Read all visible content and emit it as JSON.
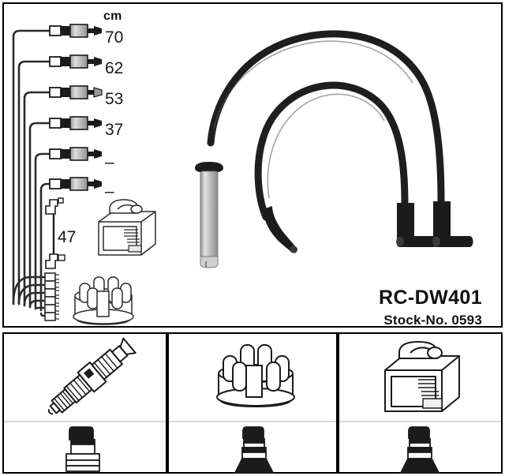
{
  "product": {
    "name": "RC-DW401",
    "stock_no": "Stock-No. 0593"
  },
  "measurements": {
    "unit_label": "cm",
    "cables": [
      {
        "index": 1,
        "length": "70"
      },
      {
        "index": 2,
        "length": "62"
      },
      {
        "index": 3,
        "length": "53"
      },
      {
        "index": 4,
        "length": "37"
      },
      {
        "index": 5,
        "length": "–"
      },
      {
        "index": 6,
        "length": "–"
      }
    ],
    "coil_lead_length": "47"
  },
  "diagram": {
    "title": "ignition-cable-set-layout",
    "parts": [
      {
        "name": "ignition-coil",
        "icon": "coil-icon"
      },
      {
        "name": "distributor-cap",
        "icon": "distributor-cap-icon"
      },
      {
        "name": "spark-plug-connector-sleeve",
        "icon": "plug-sleeve-icon"
      }
    ]
  },
  "legend_cells": [
    {
      "id": "spark-plug",
      "part_icon": "spark-plug-icon",
      "boot_icon": "straight-boot-icon"
    },
    {
      "id": "distributor-cap",
      "part_icon": "distributor-cap-icon",
      "boot_icon": "flared-boot-icon"
    },
    {
      "id": "ignition-coil",
      "part_icon": "ignition-coil-icon",
      "boot_icon": "flared-boot-icon"
    }
  ],
  "colors": {
    "line": "#2b2b2b",
    "boot_black": "#1b1b1b",
    "metal": "#b9b9b9",
    "frame": "#000000"
  }
}
